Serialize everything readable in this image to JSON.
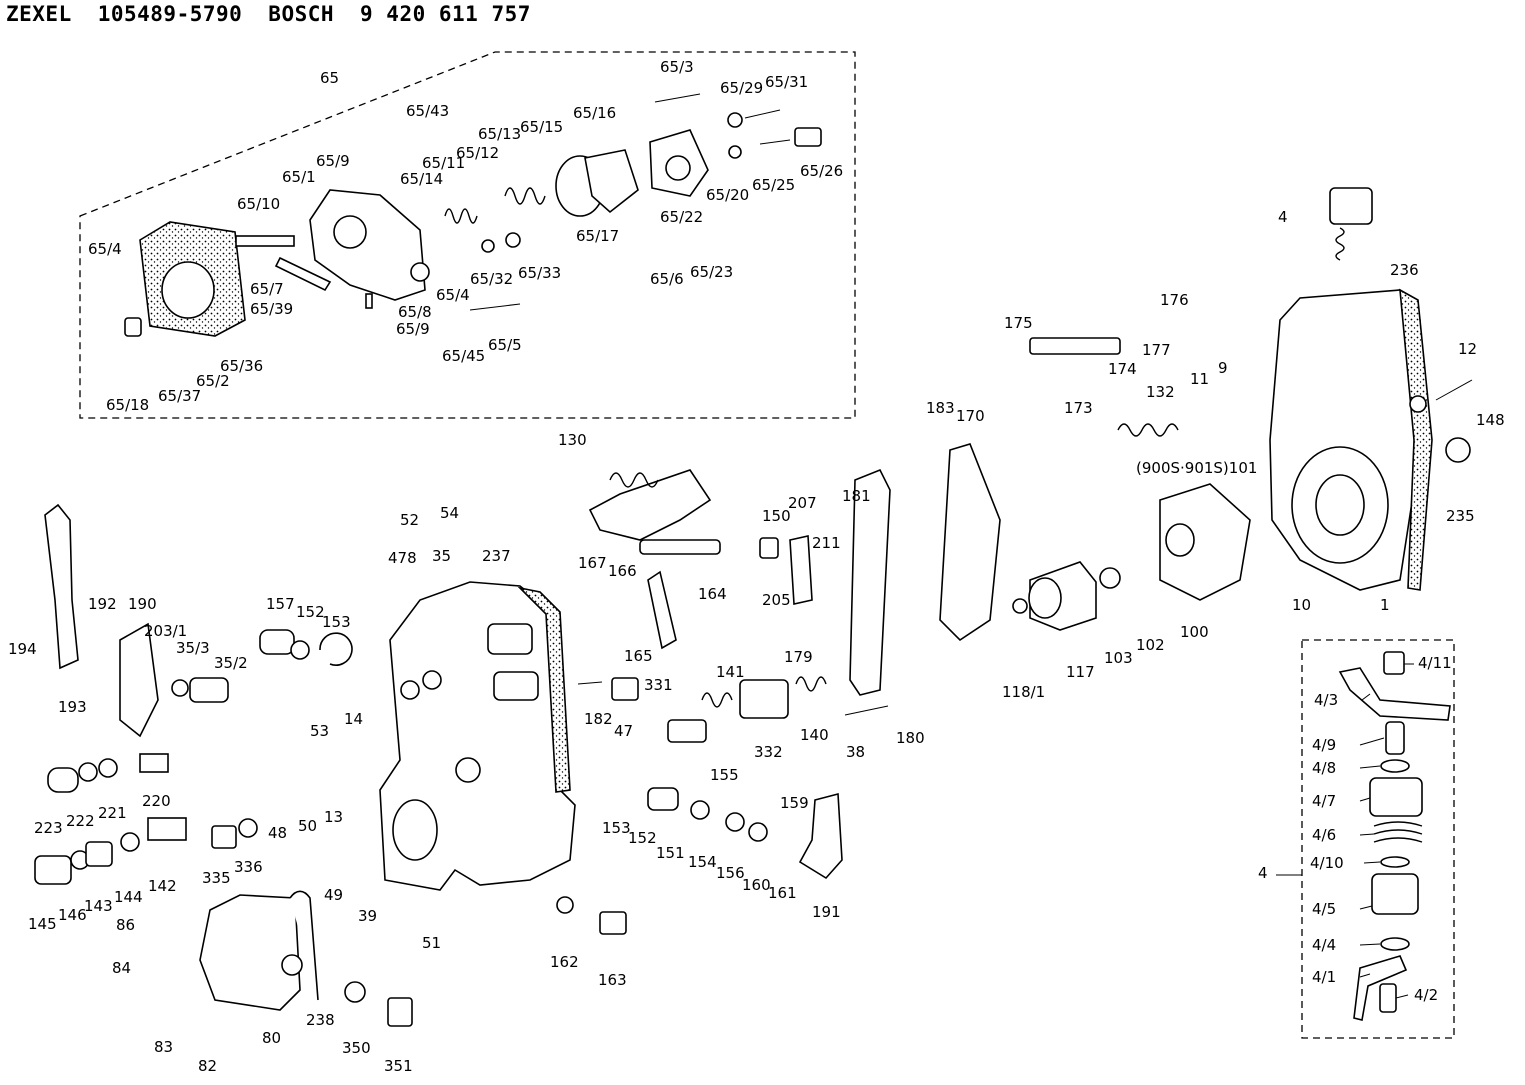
{
  "header": {
    "brand1": "ZEXEL",
    "part1": "105489-5790",
    "brand2": "BOSCH",
    "part2": "9 420 611 757"
  },
  "labels": {
    "p65": "65",
    "p65_3": "65/3",
    "p65_29": "65/29",
    "p65_31": "65/31",
    "p65_43": "65/43",
    "p65_13": "65/13",
    "p65_15": "65/15",
    "p65_16": "65/16",
    "p65_9a": "65/9",
    "p65_11": "65/11",
    "p65_12": "65/12",
    "p65_1": "65/1",
    "p65_14": "65/14",
    "p65_10": "65/10",
    "p65_20": "65/20",
    "p65_25": "65/25",
    "p65_26": "65/26",
    "p65_17": "65/17",
    "p65_22": "65/22",
    "p65_4a": "65/4",
    "p65_32": "65/32",
    "p65_33": "65/33",
    "p65_6": "65/6",
    "p65_23": "65/23",
    "p65_7": "65/7",
    "p65_4b": "65/4",
    "p65_39": "65/39",
    "p65_8": "65/8",
    "p65_9b": "65/9",
    "p65_36": "65/36",
    "p65_45": "65/45",
    "p65_5": "65/5",
    "p65_2": "65/2",
    "p65_18": "65/18",
    "p65_37": "65/37",
    "p4a": "4",
    "p236": "236",
    "p12": "12",
    "p148": "148",
    "p235": "235",
    "p10": "10",
    "p1": "1",
    "p176": "176",
    "p175": "175",
    "p177": "177",
    "p174": "174",
    "p173": "173",
    "p132": "132",
    "p11": "11",
    "p9": "9",
    "p900": "(900S·901S)101",
    "p183": "183",
    "p170": "170",
    "p130": "130",
    "p150": "150",
    "p181": "181",
    "p207": "207",
    "p211": "211",
    "p205": "205",
    "p100": "100",
    "p102": "102",
    "p103": "103",
    "p117": "117",
    "p118_1": "118/1",
    "p167": "167",
    "p166": "166",
    "p164": "164",
    "p165": "165",
    "p179": "179",
    "p180": "180",
    "p52": "52",
    "p54": "54",
    "p478": "478",
    "p35": "35",
    "p237": "237",
    "p157": "157",
    "p152a": "152",
    "p153a": "153",
    "p331": "331",
    "p141": "141",
    "p182": "182",
    "p47": "47",
    "p332": "332",
    "p140": "140",
    "p38": "38",
    "p192": "192",
    "p190": "190",
    "p203_1": "203/1",
    "p35_3": "35/3",
    "p35_2": "35/2",
    "p194": "194",
    "p193": "193",
    "p53": "53",
    "p14": "14",
    "p220": "220",
    "p221": "221",
    "p222": "222",
    "p223": "223",
    "p50": "50",
    "p13": "13",
    "p48": "48",
    "p336": "336",
    "p335": "335",
    "p142": "142",
    "p144": "144",
    "p143": "143",
    "p146": "146",
    "p145": "145",
    "p49": "49",
    "p39": "39",
    "p51": "51",
    "p155": "155",
    "p159": "159",
    "p153b": "153",
    "p152b": "152",
    "p151": "151",
    "p154": "154",
    "p156": "156",
    "p160": "160",
    "p161": "161",
    "p191": "191",
    "p162": "162",
    "p163": "163",
    "p86": "86",
    "p84": "84",
    "p83": "83",
    "p82": "82",
    "p80": "80",
    "p238": "238",
    "p350": "350",
    "p351": "351",
    "p4_11": "4/11",
    "p4_3": "4/3",
    "p4_9": "4/9",
    "p4_8": "4/8",
    "p4_7": "4/7",
    "p4_6": "4/6",
    "p4b": "4",
    "p4_10": "4/10",
    "p4_5": "4/5",
    "p4_4": "4/4",
    "p4_1": "4/1",
    "p4_2": "4/2"
  }
}
